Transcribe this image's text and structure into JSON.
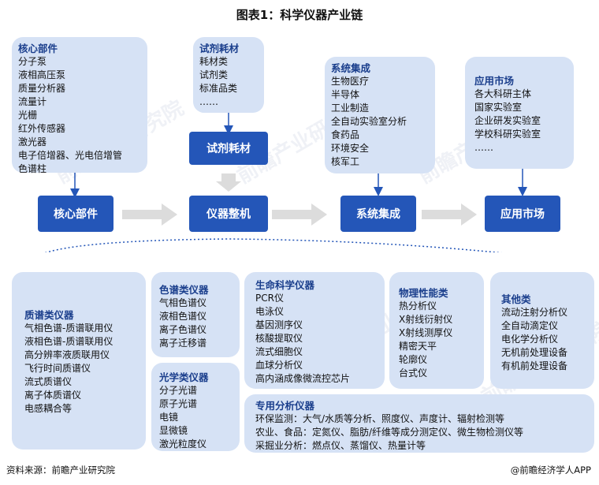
{
  "title": "图表1：科学仪器产业链",
  "top_panels": {
    "core": {
      "header": "核心部件",
      "items": [
        "分子泵",
        "液相高压泵",
        "质量分析器",
        "流量计",
        "光栅",
        "红外传感器",
        "激光器",
        "电子倍增器、光电倍增管",
        "色谱柱"
      ]
    },
    "reagent": {
      "header": "试剂耗材",
      "items": [
        "耗材类",
        "试剂类",
        "标准品类",
        "……"
      ]
    },
    "system": {
      "header": "系统集成",
      "items": [
        "生物医疗",
        "半导体",
        "工业制造",
        "全自动实验室分析",
        "食药品",
        "环境安全",
        "核军工"
      ]
    },
    "market": {
      "header": "应用市场",
      "items": [
        "各大科研主体",
        "国家实验室",
        "企业研发实验室",
        "学校科研实验室",
        "……"
      ]
    }
  },
  "chain": {
    "reagent_box": "试剂耗材",
    "core": "核心部件",
    "instrument": "仪器整机",
    "system": "系统集成",
    "market": "应用市场"
  },
  "bottom_panels": {
    "mass": {
      "header": "质谱类仪器",
      "items": [
        "气相色谱-质谱联用仪",
        "液相色谱-质谱联用仪",
        "高分辨率液质联用仪",
        "飞行时间质谱仪",
        "流式质谱仪",
        "离子体质谱仪",
        "电感耦合等"
      ]
    },
    "chrom": {
      "header": "色谱类仪器",
      "items": [
        "气相色谱仪",
        "液相色谱仪",
        "离子色谱仪",
        "离子迁移谱"
      ]
    },
    "optic": {
      "header": "光学类仪器",
      "items": [
        "分子光谱",
        "原子光谱",
        "电镜",
        "显微镜",
        "激光粒度仪"
      ]
    },
    "life": {
      "header": "生命科学仪器",
      "items": [
        "PCR仪",
        "电泳仪",
        "基因测序仪",
        "核酸提取仪",
        "流式细胞仪",
        "血球分析仪",
        "高内涵成像微流控芯片"
      ]
    },
    "phys": {
      "header": "物理性能类",
      "items": [
        "热分析仪",
        "X射线衍射仪",
        "X射线测厚仪",
        "精密天平",
        "轮廓仪",
        "台式仪"
      ]
    },
    "other": {
      "header": "其他类",
      "items": [
        "流动注射分析仪",
        "全自动滴定仪",
        "电化学分析仪",
        "无机前处理设备",
        "有机前处理设备"
      ]
    },
    "special": {
      "header": "专用分析仪器",
      "items": [
        "环保监测：大气/水质等分析、照度仪、声度计、辐射检测等",
        "农业、食品：定氮仪、脂肪/纤维等成分测定仪、微生物检测仪等",
        "采掘业分析：燃点仪、蒸馏仪、热量计等"
      ]
    }
  },
  "footer": {
    "source": "资料来源：前瞻产业研究院",
    "brand": "@前瞻经济学人APP"
  },
  "watermark": "前瞻产业研究院",
  "colors": {
    "panel": "#d6e2f5",
    "box": "#2456b8",
    "header": "#1a3e8c",
    "arrow": "#dcdcdc"
  }
}
